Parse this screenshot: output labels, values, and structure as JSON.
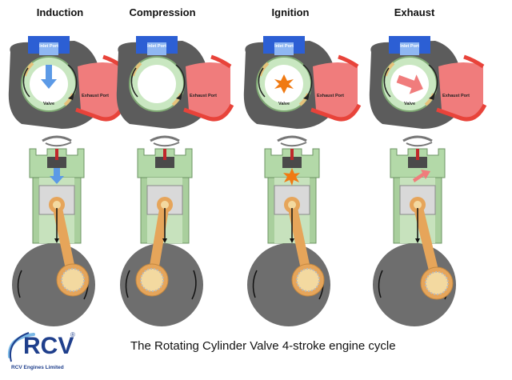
{
  "stages": [
    {
      "title": "Induction",
      "inlet_port": "Inlet Port",
      "exhaust_port": "Exhaust Port",
      "valve": "Valve",
      "marker": "down-arrow-icon"
    },
    {
      "title": "Compression",
      "inlet_port": "Inlet Port",
      "exhaust_port": "Exhaust Port",
      "valve": "",
      "marker": "none"
    },
    {
      "title": "Ignition",
      "inlet_port": "Inlet Port",
      "exhaust_port": "Exhaust Port",
      "valve": "Valve",
      "marker": "spark-icon"
    },
    {
      "title": "Exhaust",
      "inlet_port": "Inlet Port",
      "exhaust_port": "Exhaust Port",
      "valve": "Valve",
      "marker": "right-arrow-icon"
    }
  ],
  "caption": "The Rotating Cylinder Valve 4-stroke engine cycle",
  "logo": {
    "text": "RCV",
    "registered": "®",
    "company": "RCV Engines Limited"
  },
  "colors": {
    "body_gray": "#5c5c5c",
    "crank_gray": "#6e6e6e",
    "inlet_blue": "#2c5fd4",
    "exhaust_red": "#e8433a",
    "exhaust_pink": "#f07c7c",
    "valve_green": "#c9e7c1",
    "cylinder_green": "#b3d9a8",
    "rod_orange": "#e6a55a",
    "arrow_blue": "#5c9ae6",
    "spark_orange": "#f07a12",
    "logo_blue": "#1f3f8c"
  }
}
